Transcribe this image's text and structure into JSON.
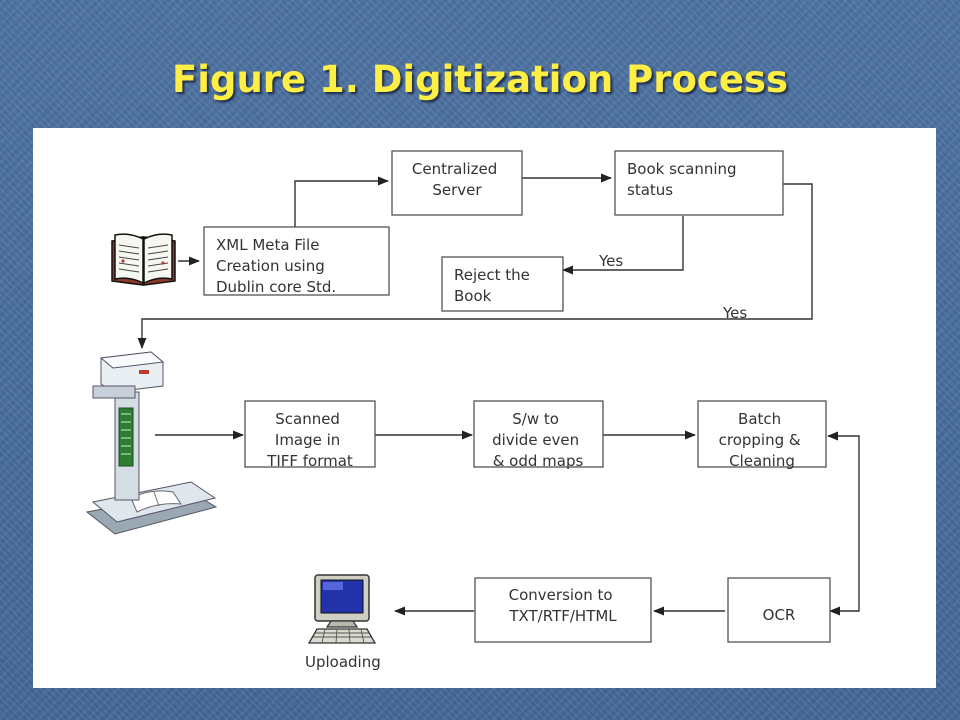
{
  "slide": {
    "title": "Figure 1. Digitization Process"
  },
  "nodes": {
    "xml_meta": [
      "XML Meta File",
      "Creation using",
      "Dublin core Std."
    ],
    "centralized_server": [
      "Centralized",
      "Server"
    ],
    "book_scanning_status": [
      "Book scanning",
      "status"
    ],
    "reject_book": [
      "Reject the",
      "Book"
    ],
    "scanned_image": [
      "Scanned",
      "Image in",
      "TIFF format"
    ],
    "sw_divide": [
      "S/w to",
      "divide even",
      "& odd maps"
    ],
    "batch_crop": [
      "Batch",
      "cropping &",
      "Cleaning"
    ],
    "ocr": [
      "OCR"
    ],
    "conversion": [
      "Conversion to",
      "TXT/RTF/HTML"
    ]
  },
  "edge_labels": {
    "yes_reject": "Yes",
    "yes_scan": "Yes"
  },
  "icons": {
    "book": "open-book-icon",
    "scanner": "book-scanner-icon",
    "computer": "computer-icon"
  },
  "icon_labels": {
    "uploading": "Uploading"
  },
  "colors": {
    "background": "#4a6e9c",
    "title": "#ffee44",
    "panel": "#ffffff",
    "box_stroke": "#555555",
    "text": "#333333"
  }
}
